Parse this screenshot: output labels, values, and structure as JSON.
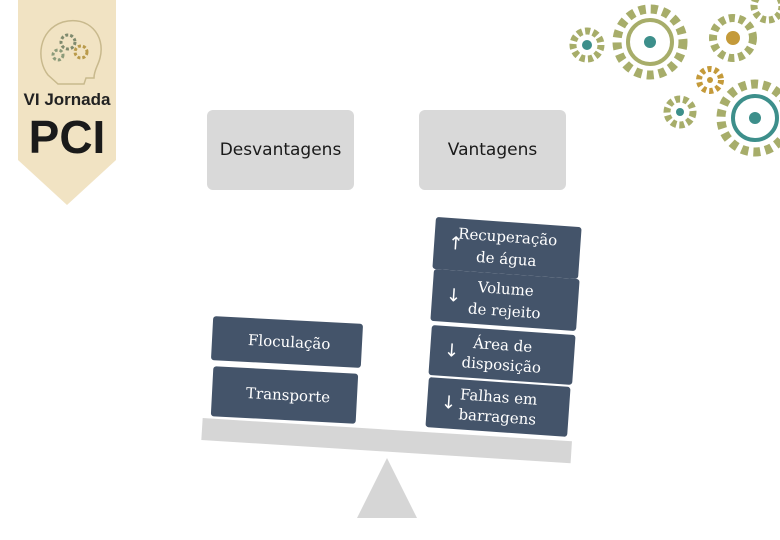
{
  "logo": {
    "line1": "VI Jornada",
    "line2": "PCI"
  },
  "headers": {
    "left": "Desvantagens",
    "right": "Vantagens"
  },
  "disadvantages": [
    "Floculação",
    "Transporte"
  ],
  "advantages": [
    {
      "lines": [
        "Recuperação",
        "de água"
      ],
      "arrow": "↑"
    },
    {
      "lines": [
        "Volume",
        "de rejeito"
      ],
      "arrow": "↓"
    },
    {
      "lines": [
        "Área de",
        "disposição"
      ],
      "arrow": "↓"
    },
    {
      "lines": [
        "Falhas em",
        "barragens"
      ],
      "arrow": "↓"
    }
  ],
  "colors": {
    "block": "#44546a",
    "header": "#d9d9d9",
    "beam": "#d6d6d6",
    "logo": "#f1e3c3",
    "gear_teal": "#3d8f8b",
    "gear_olive": "#a7ad6a"
  }
}
